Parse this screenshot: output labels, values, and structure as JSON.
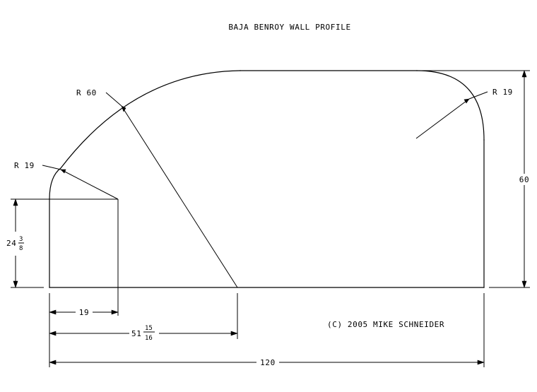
{
  "title": "BAJA BENROY WALL PROFILE",
  "copyright": "(C) 2005 MIKE SCHNEIDER",
  "labels": {
    "radius_left_large": "R 60",
    "radius_left_small": "R 19",
    "radius_right_small": "R 19",
    "height_total": "60",
    "height_left_whole": "24",
    "height_left_num": "3",
    "height_left_den": "8",
    "width_small": "19",
    "width_mid_whole": "51",
    "width_mid_num": "15",
    "width_mid_den": "16",
    "width_total": "120"
  }
}
